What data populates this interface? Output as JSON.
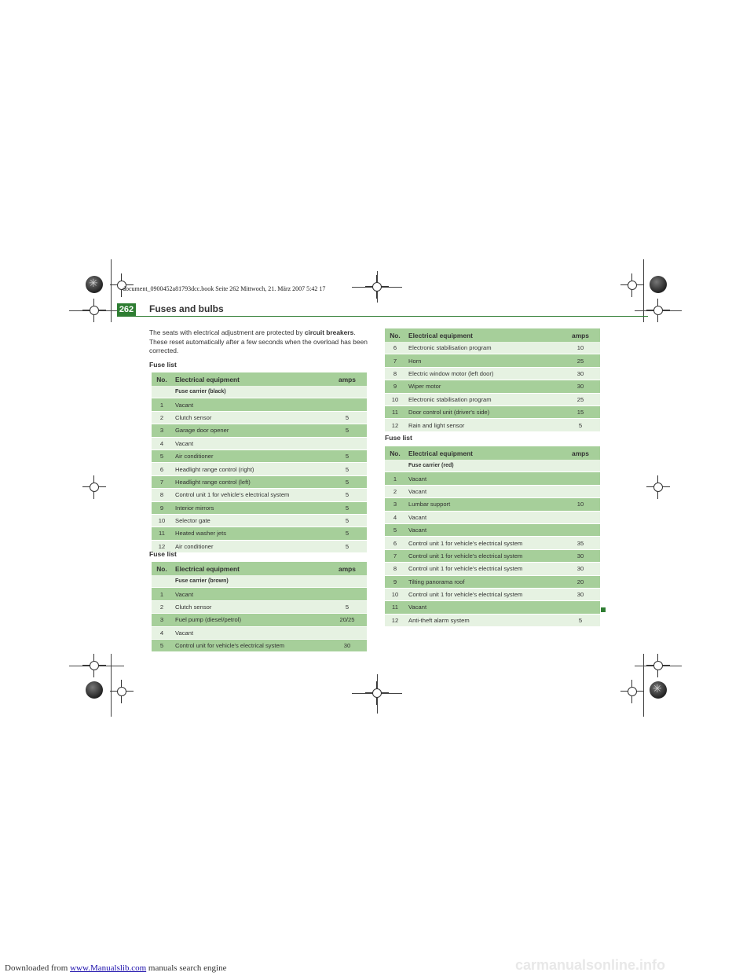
{
  "file_stamp": "document_0900452a81793dcc.book  Seite 262  Mittwoch, 21. März 2007  5:42 17",
  "header": {
    "page_number": "262",
    "section_title": "Fuses and bulbs"
  },
  "intro": {
    "part1": "The seats with electrical adjustment are protected by ",
    "bold": "circuit breakers",
    "part2": ". These reset automatically after a few seconds when the overload has been corrected."
  },
  "fuse_list_label": "Fuse list",
  "columns": {
    "no": "No.",
    "equipment": "Electrical equipment",
    "amps": "amps"
  },
  "table_black": {
    "carrier": "Fuse carrier (black)",
    "rows": [
      [
        "1",
        "Vacant",
        ""
      ],
      [
        "2",
        "Clutch sensor",
        "5"
      ],
      [
        "3",
        "Garage door opener",
        "5"
      ],
      [
        "4",
        "Vacant",
        ""
      ],
      [
        "5",
        "Air conditioner",
        "5"
      ],
      [
        "6",
        "Headlight range control (right)",
        "5"
      ],
      [
        "7",
        "Headlight range control (left)",
        "5"
      ],
      [
        "8",
        "Control unit 1 for vehicle's electrical system",
        "5"
      ],
      [
        "9",
        "Interior mirrors",
        "5"
      ],
      [
        "10",
        "Selector gate",
        "5"
      ],
      [
        "11",
        "Heated washer jets",
        "5"
      ],
      [
        "12",
        "Air conditioner",
        "5"
      ]
    ]
  },
  "table_brown": {
    "carrier": "Fuse carrier (brown)",
    "rows": [
      [
        "1",
        "Vacant",
        ""
      ],
      [
        "2",
        "Clutch sensor",
        "5"
      ],
      [
        "3",
        "Fuel pump (diesel/petrol)",
        "20/25"
      ],
      [
        "4",
        "Vacant",
        ""
      ],
      [
        "5",
        "Control unit for vehicle's electrical system",
        "30"
      ]
    ]
  },
  "table_brown_cont": {
    "rows": [
      [
        "6",
        "Electronic stabilisation program",
        "10"
      ],
      [
        "7",
        "Horn",
        "25"
      ],
      [
        "8",
        "Electric window motor (left door)",
        "30"
      ],
      [
        "9",
        "Wiper motor",
        "30"
      ],
      [
        "10",
        "Electronic stabilisation program",
        "25"
      ],
      [
        "11",
        "Door control unit (driver's side)",
        "15"
      ],
      [
        "12",
        "Rain and light sensor",
        "5"
      ]
    ]
  },
  "table_red": {
    "carrier": "Fuse carrier (red)",
    "rows": [
      [
        "1",
        "Vacant",
        ""
      ],
      [
        "2",
        "Vacant",
        ""
      ],
      [
        "3",
        "Lumbar support",
        "10"
      ],
      [
        "4",
        "Vacant",
        ""
      ],
      [
        "5",
        "Vacant",
        ""
      ],
      [
        "6",
        "Control unit 1 for vehicle's electrical system",
        "35"
      ],
      [
        "7",
        "Control unit 1 for vehicle's electrical system",
        "30"
      ],
      [
        "8",
        "Control unit 1 for vehicle's electrical system",
        "30"
      ],
      [
        "9",
        "Tilting panorama roof",
        "20"
      ],
      [
        "10",
        "Control unit 1 for vehicle's electrical system",
        "30"
      ],
      [
        "11",
        "Vacant",
        ""
      ],
      [
        "12",
        "Anti-theft alarm system",
        "5"
      ]
    ]
  },
  "footer": {
    "prefix": "Downloaded from ",
    "link": "www.Manualslib.com",
    "suffix": " manuals search engine",
    "watermark": "carmanualsonline.info"
  }
}
